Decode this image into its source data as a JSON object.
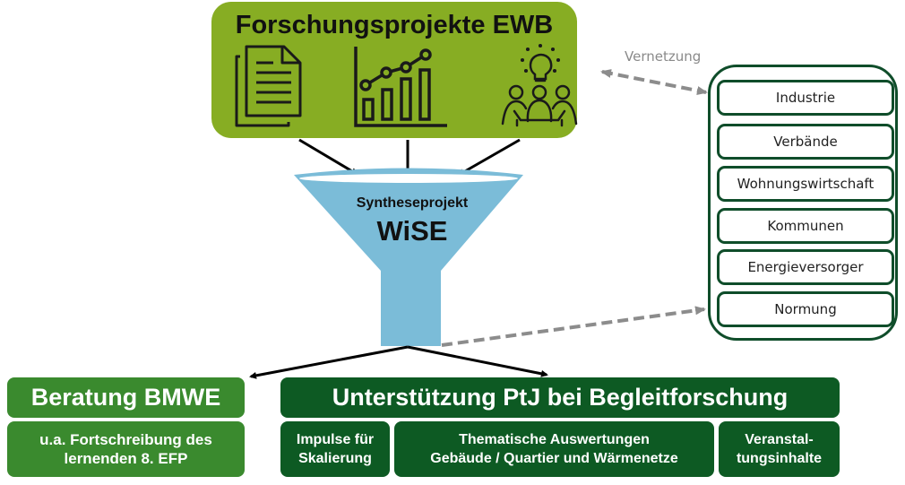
{
  "top_box": {
    "title": "Forschungsprojekte EWB",
    "icons": [
      "documents-icon",
      "chart-growth-icon",
      "team-idea-icon"
    ],
    "color": "#87ad23"
  },
  "funnel": {
    "label_small": "Syntheseprojekt",
    "label_large": "WiSE",
    "color": "#7bbcd8"
  },
  "network": {
    "label": "Vernetzung",
    "stakeholders": [
      "Industrie",
      "Verbände",
      "Wohnungswirtschaft",
      "Kommunen",
      "Energieversorger",
      "Normung"
    ],
    "border_color": "#0f4d2a"
  },
  "outputs": {
    "beratung": {
      "title": "Beratung BMWE",
      "subtitle_lines": [
        "u.a. Fortschreibung des",
        "lernenden 8. EFP"
      ],
      "color": "#3a8a2e"
    },
    "ptj": {
      "title": "Unterstützung PtJ bei Begleitforschung",
      "color": "#0d5a23",
      "items": [
        {
          "lines": [
            "Impulse für",
            "Skalierung"
          ]
        },
        {
          "lines": [
            "Thematische Auswertungen",
            "Gebäude / Quartier und Wärmenetze"
          ]
        },
        {
          "lines": [
            "Veranstal-",
            "tungsinhalte"
          ]
        }
      ]
    }
  }
}
